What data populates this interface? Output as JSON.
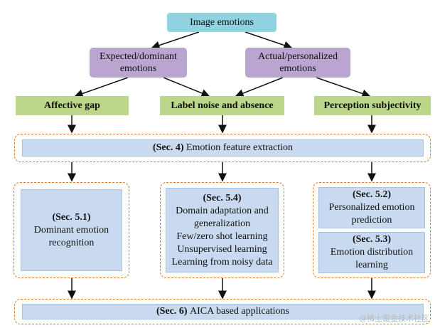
{
  "root": "Image emotions",
  "level1": {
    "left": [
      "Expected/dominant",
      "emotions"
    ],
    "right": [
      "Actual/personalized",
      "emotions"
    ]
  },
  "challenges": {
    "gap": "Affective gap",
    "noise": "Label noise and absence",
    "subjectivity": "Perception subjectivity"
  },
  "feature_extraction": {
    "sec": "(Sec. 4)",
    "label": "Emotion feature extraction"
  },
  "sec51": {
    "sec": "(Sec. 5.1)",
    "lines": [
      "Dominant emotion",
      "recognition"
    ]
  },
  "sec54": {
    "sec": "(Sec. 5.4)",
    "lines": [
      "Domain adaptation and",
      "generalization",
      "Few/zero shot learning",
      "Unsupervised learning",
      "Learning from noisy data"
    ]
  },
  "sec52": {
    "sec": "(Sec. 5.2)",
    "lines": [
      "Personalized emotion",
      "prediction"
    ]
  },
  "sec53": {
    "sec": "(Sec. 5.3)",
    "lines": [
      "Emotion distribution",
      "learning"
    ]
  },
  "applications": {
    "sec": "(Sec. 6)",
    "label": "AICA based applications"
  },
  "watermark": "@稀土掘金技术社区",
  "colors": {
    "root": "#8fd3e0",
    "level1": "#b9a5cf",
    "challenge": "#bcd68a",
    "section": "#c9daf0",
    "dashed_border": "#e07a2a"
  }
}
